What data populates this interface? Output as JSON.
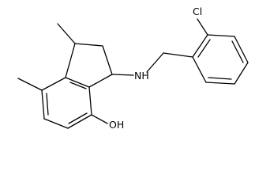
{
  "molecule": {
    "atoms": {
      "chlorine": "Cl",
      "amine": "NH",
      "hydroxyl": "OH"
    },
    "colors": {
      "bond": "#000000",
      "label": "#000000",
      "background": "#ffffff"
    }
  }
}
